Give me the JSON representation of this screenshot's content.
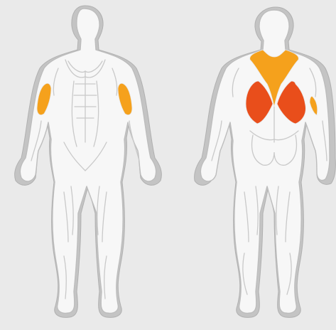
{
  "diagram": {
    "views": [
      "front",
      "back"
    ],
    "colors": {
      "background": "#eaeaea",
      "silhouette": "#c4c4c4",
      "body": "#f7f7f7",
      "secondary_muscle": "#f5a11c",
      "primary_muscle": "#e94e1b"
    },
    "highlighted_muscles": {
      "front": [
        {
          "muscle": "biceps-left",
          "level": "secondary"
        },
        {
          "muscle": "biceps-right",
          "level": "secondary"
        }
      ],
      "back": [
        {
          "muscle": "trapezius",
          "level": "secondary"
        },
        {
          "muscle": "latissimus-left",
          "level": "primary"
        },
        {
          "muscle": "latissimus-right",
          "level": "primary"
        },
        {
          "muscle": "rear-deltoid-right",
          "level": "secondary"
        }
      ]
    }
  }
}
